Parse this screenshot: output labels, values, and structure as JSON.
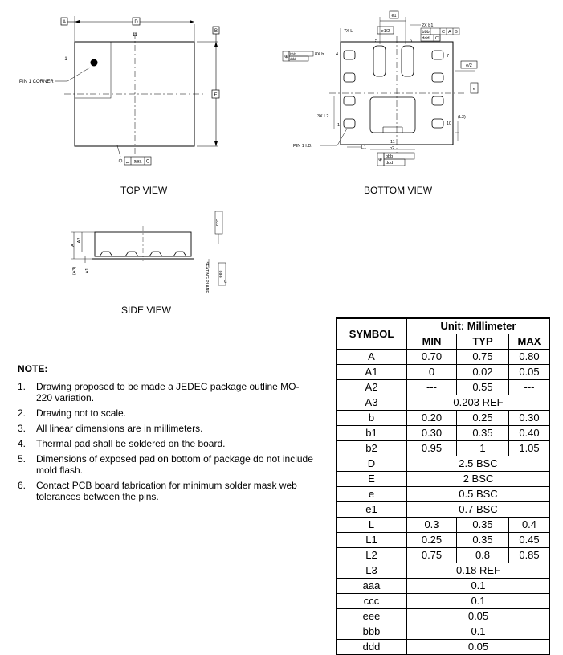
{
  "views": {
    "top_caption": "TOP VIEW",
    "bottom_caption": "BOTTOM VIEW",
    "side_caption": "SIDE VIEW"
  },
  "top_view": {
    "datum_a": "A",
    "dim_d": "D",
    "datum_b": "B",
    "dim_e": "E",
    "pin11": "11",
    "pin1": "1",
    "pin1_corner": "PIN 1 CORNER",
    "fcf_aaa": "aaa",
    "fcf_c": "C"
  },
  "bottom_view": {
    "e1": "e1",
    "e1_half": "e1/2",
    "b1_label": "2X b1",
    "fcf_bbb": "bbb",
    "fcf_ddd": "ddd",
    "c": "C",
    "a": "A",
    "b": "B",
    "l_7x": "7X L",
    "b_8x": "8X b",
    "four": "4",
    "five": "5",
    "six": "6",
    "seven": "7",
    "e_half": "e/2",
    "e": "e",
    "l2_3x": "3X L2",
    "one": "1",
    "l3": "(L3)",
    "ten": "10",
    "pin1_id": "PIN 1 I.D.",
    "l1": "L1",
    "eleven": "11",
    "b2": "b2"
  },
  "side_view": {
    "a": "A",
    "a2": "A2",
    "a3": "(A3)",
    "a1": "A1",
    "seating_plane": "SEATING PLANE",
    "ccc": "ccc",
    "eee": "eee",
    "c": "C"
  },
  "notes": {
    "title": "NOTE:",
    "items": [
      {
        "num": "1.",
        "text": "Drawing proposed to be made a JEDEC package outline MO-220 variation."
      },
      {
        "num": "2.",
        "text": "Drawing not to scale."
      },
      {
        "num": "3.",
        "text": "All linear dimensions are in millimeters."
      },
      {
        "num": "4.",
        "text": "Thermal pad shall be soldered on the board."
      },
      {
        "num": "5.",
        "text": "Dimensions of exposed pad on bottom of package do not include mold flash."
      },
      {
        "num": "6.",
        "text": "Contact PCB board fabrication for minimum solder mask web tolerances between the pins."
      }
    ]
  },
  "table": {
    "symbol_header": "SYMBOL",
    "unit_header": "Unit: Millimeter",
    "min_header": "MIN",
    "typ_header": "TYP",
    "max_header": "MAX",
    "rows": [
      {
        "symbol": "A",
        "min": "0.70",
        "typ": "0.75",
        "max": "0.80"
      },
      {
        "symbol": "A1",
        "min": "0",
        "typ": "0.02",
        "max": "0.05"
      },
      {
        "symbol": "A2",
        "min": "---",
        "typ": "0.55",
        "max": "---"
      },
      {
        "symbol": "A3",
        "merged": "0.203 REF"
      },
      {
        "symbol": "b",
        "min": "0.20",
        "typ": "0.25",
        "max": "0.30"
      },
      {
        "symbol": "b1",
        "min": "0.30",
        "typ": "0.35",
        "max": "0.40"
      },
      {
        "symbol": "b2",
        "min": "0.95",
        "typ": "1",
        "max": "1.05"
      },
      {
        "symbol": "D",
        "merged": "2.5 BSC"
      },
      {
        "symbol": "E",
        "merged": "2 BSC"
      },
      {
        "symbol": "e",
        "merged": "0.5 BSC"
      },
      {
        "symbol": "e1",
        "merged": "0.7 BSC"
      },
      {
        "symbol": "L",
        "min": "0.3",
        "typ": "0.35",
        "max": "0.4"
      },
      {
        "symbol": "L1",
        "min": "0.25",
        "typ": "0.35",
        "max": "0.45"
      },
      {
        "symbol": "L2",
        "min": "0.75",
        "typ": "0.8",
        "max": "0.85"
      },
      {
        "symbol": "L3",
        "merged": "0.18 REF"
      },
      {
        "symbol": "aaa",
        "merged": "0.1"
      },
      {
        "symbol": "ccc",
        "merged": "0.1"
      },
      {
        "symbol": "eee",
        "merged": "0.05"
      },
      {
        "symbol": "bbb",
        "merged": "0.1"
      },
      {
        "symbol": "ddd",
        "merged": "0.05"
      }
    ]
  }
}
